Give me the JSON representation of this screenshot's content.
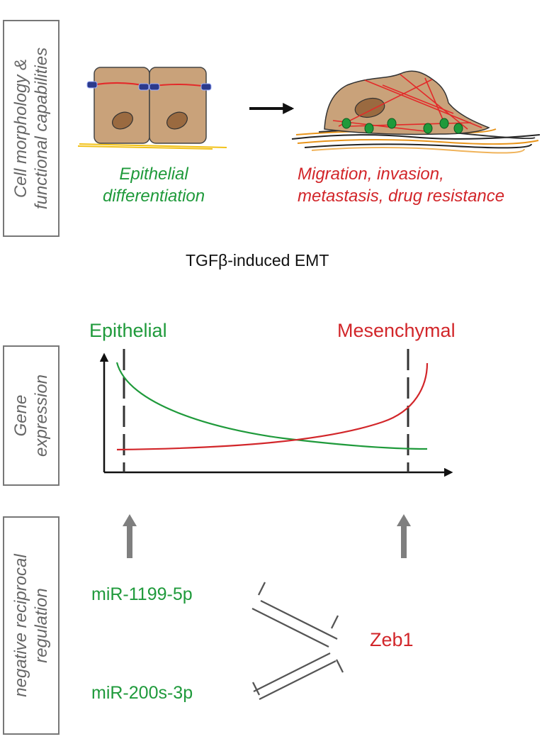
{
  "side_labels": {
    "morphology": [
      "Cell morphology &",
      "functional capabilities"
    ],
    "expression": [
      "Gene",
      "expression"
    ],
    "regulation": [
      "negative reciprocal",
      "regulation"
    ]
  },
  "morphology": {
    "epithelial": [
      "Epithelial",
      "differentiation"
    ],
    "mesenchymal": [
      "Migration, invasion,",
      "metastasis, drug resistance"
    ]
  },
  "process_title": "TGFβ-induced EMT",
  "expression": {
    "left_state": "Epithelial",
    "right_state": "Mesenchymal"
  },
  "regulation": {
    "mir1": "miR-1199-5p",
    "mir2": "miR-200s-3p",
    "target": "Zeb1"
  },
  "colors": {
    "epithelial": "#1f9a3b",
    "mesenchymal": "#d2262a",
    "cell_fill": "#c9a27a",
    "nucleus": "#9a6a40",
    "junction": "#2b3a8c",
    "arrow_gray": "#808080"
  }
}
